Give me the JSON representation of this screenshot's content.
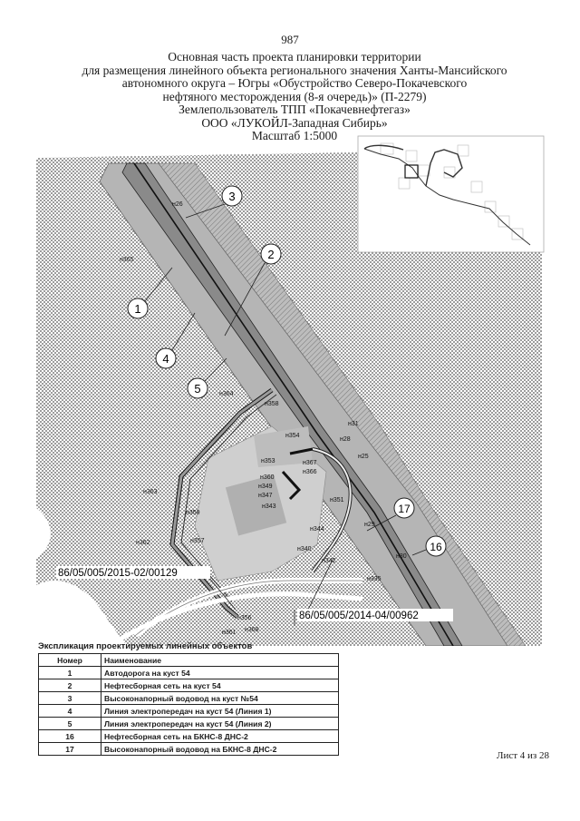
{
  "page_number": "987",
  "title_lines": [
    "Основная часть проекта планировки территории",
    "для размещения линейного объекта регионального значения Ханты-Мансийского",
    "автономного округа – Югры «Обустройство Северо-Покачевского",
    "нефтяного месторождения (8-я очередь)» (П-2279)",
    "Землепользователь ТПП «Покачевнефтегаз»",
    "ООО «ЛУКОЙЛ-Западная Сибирь»",
    "Масштаб 1:5000"
  ],
  "map": {
    "object_labels": [
      "1",
      "2",
      "3",
      "4",
      "5",
      "16",
      "17"
    ],
    "point_labels": [
      "н365",
      "н26",
      "н364",
      "н358",
      "н354",
      "н31",
      "н28",
      "н25",
      "н353",
      "н367",
      "н366",
      "н360",
      "н349",
      "н347",
      "н343",
      "н359",
      "н363",
      "н362",
      "н357",
      "н361",
      "н29",
      "н344",
      "н340",
      "н30",
      "н356",
      "н368",
      "н351",
      "н342",
      "н335"
    ],
    "cadastral_labels": [
      "86/05/005/2015-02/00129",
      "86/05/005/2014-04/00962"
    ]
  },
  "explication": {
    "title": "Экспликация проектируемых линейных объектов",
    "headers": [
      "Номер",
      "Наименование"
    ],
    "rows": [
      [
        "1",
        "Автодорога на куст 54"
      ],
      [
        "2",
        "Нефтесборная сеть на куст 54"
      ],
      [
        "3",
        "Высоконапорный водовод на куст №54"
      ],
      [
        "4",
        "Линия электропередач на куст 54 (Линия 1)"
      ],
      [
        "5",
        "Линия электропередач на куст 54 (Линия 2)"
      ],
      [
        "16",
        "Нефтесборная сеть на БКНС-8 ДНС-2"
      ],
      [
        "17",
        "Высоконапорный водовод на БКНС-8 ДНС-2"
      ]
    ]
  },
  "sheet_label": "Лист 4 из 28"
}
